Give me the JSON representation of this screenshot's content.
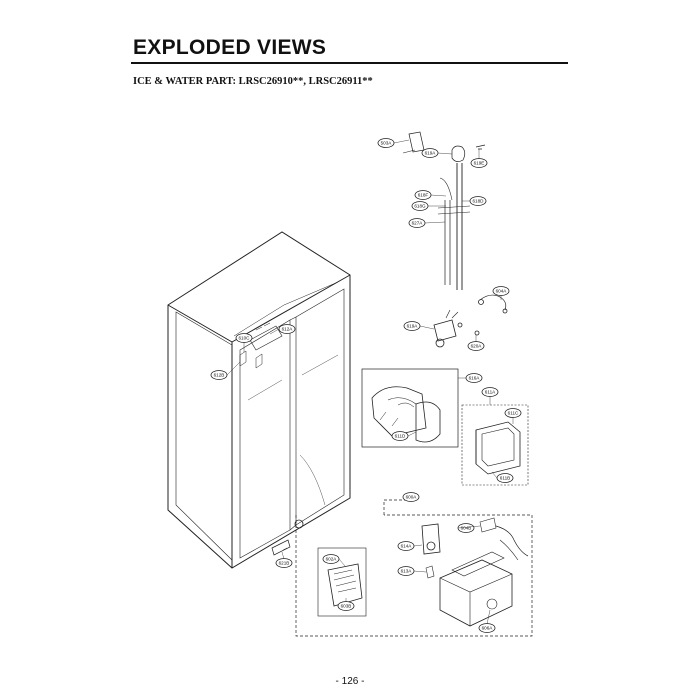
{
  "header": {
    "title": "EXPLODED VIEWS",
    "subtitle": "ICE & WATER PART: LRSC26910**, LRSC26911**"
  },
  "footer": {
    "page_number": "- 126 -"
  },
  "part_labels": [
    "503A",
    "619A",
    "619E",
    "618F",
    "618G",
    "618D",
    "627A",
    "604A",
    "619A",
    "620A",
    "612A",
    "610C",
    "612B",
    "616A",
    "611A",
    "611C",
    "611D",
    "611B",
    "600A",
    "604B",
    "614A",
    "613A",
    "602A",
    "603B",
    "606A",
    "621B"
  ]
}
